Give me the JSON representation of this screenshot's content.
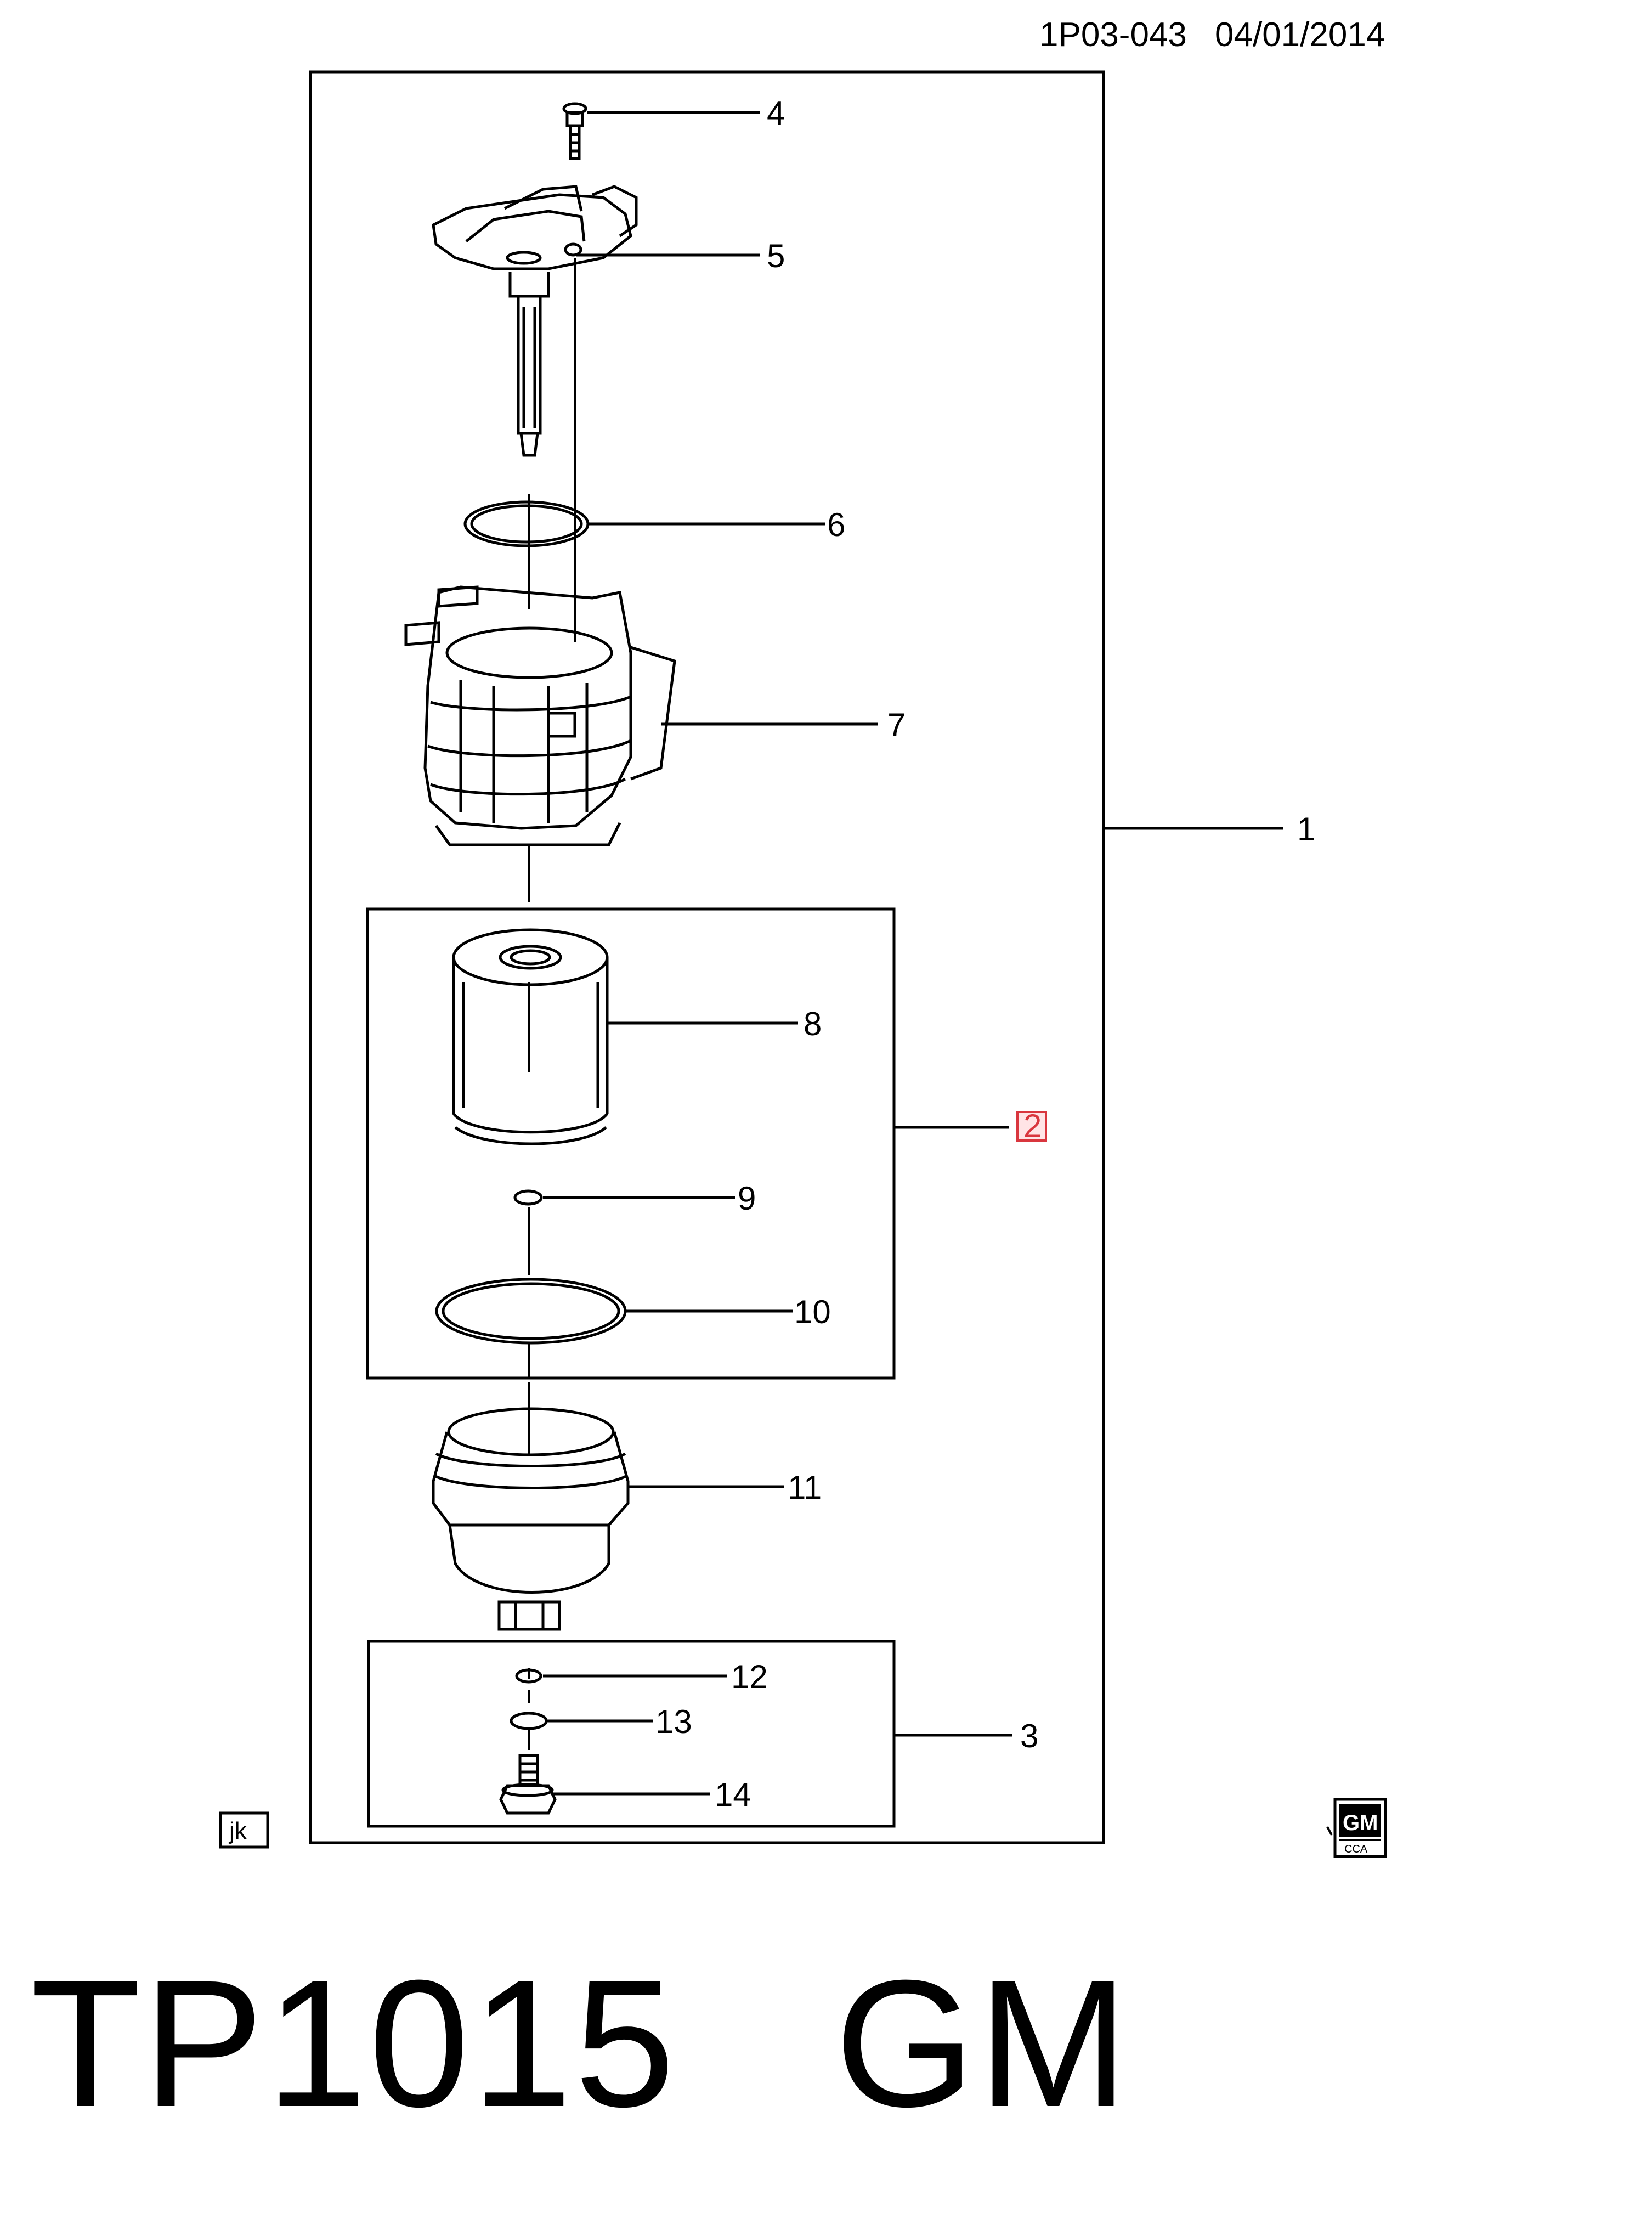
{
  "header": {
    "doc_id": "1P03-043",
    "date": "04/01/2014"
  },
  "callouts": {
    "c1": "1",
    "c2": "2",
    "c3": "3",
    "c4": "4",
    "c5": "5",
    "c6": "6",
    "c7": "7",
    "c8": "8",
    "c9": "9",
    "c10": "10",
    "c11": "11",
    "c12": "12",
    "c13": "13",
    "c14": "14"
  },
  "stamps": {
    "jk": "jk",
    "gm_logo_top": "GM",
    "gm_logo_bottom": "CCA"
  },
  "footer": {
    "part_number": "TP1015",
    "brand": "GM"
  },
  "colors": {
    "ink": "#000000",
    "highlight": "#d9363e",
    "highlight_fill": "#ffe4e6"
  },
  "icons": {
    "brand_logo": "gm-logo-icon"
  }
}
